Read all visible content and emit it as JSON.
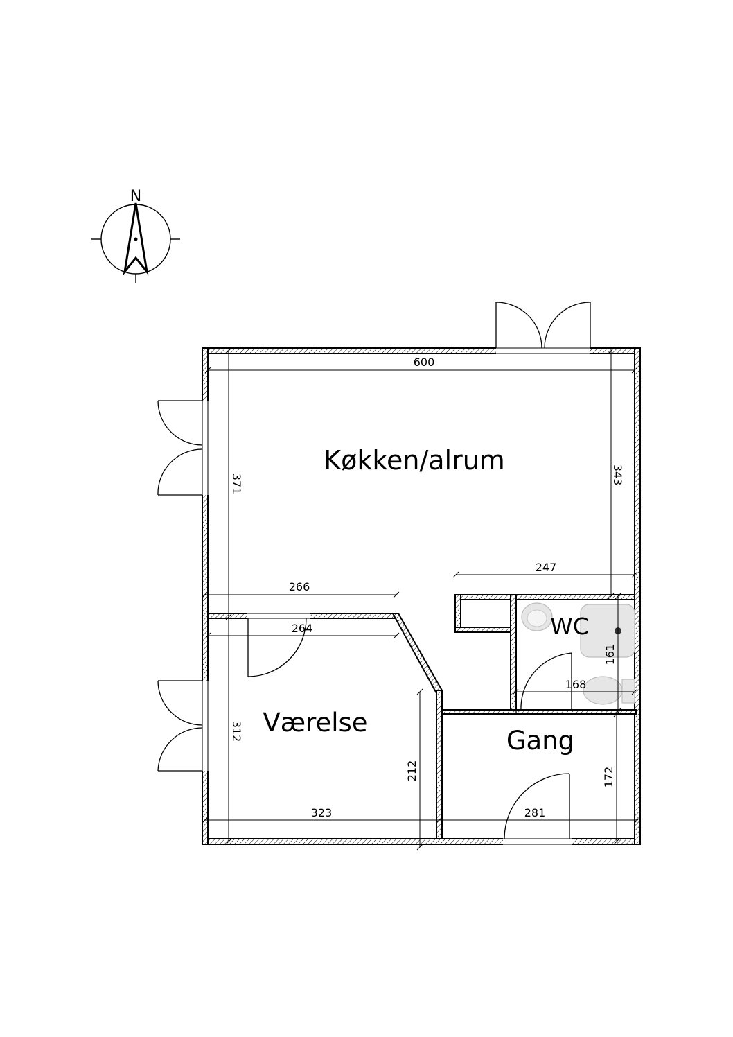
{
  "compass": {
    "label": "N"
  },
  "rooms": {
    "kitchen": "Køkken/alrum",
    "bedroom": "Værelse",
    "hall": "Gang",
    "wc": "WC"
  },
  "dimensions": {
    "d600": "600",
    "d371": "371",
    "d343": "343",
    "d247": "247",
    "d266": "266",
    "d264": "264",
    "d312": "312",
    "d212": "212",
    "d323": "323",
    "d281": "281",
    "d161": "161",
    "d168": "168",
    "d172": "172"
  },
  "colors": {
    "line": "#000000",
    "fixture": "#e6e6e6",
    "background": "#ffffff"
  }
}
